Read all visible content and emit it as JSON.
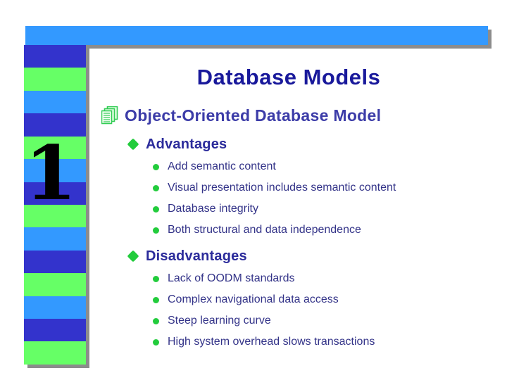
{
  "slide": {
    "title": "Database Models",
    "slide_number": "1",
    "main_bullet": {
      "icon": "documents-icon",
      "label": "Object-Oriented Database Model"
    },
    "sections": [
      {
        "icon": "diamond-bullet-icon",
        "heading": "Advantages",
        "items": [
          "Add semantic content",
          "Visual presentation includes semantic content",
          "Database integrity",
          "Both structural and data independence"
        ]
      },
      {
        "icon": "diamond-bullet-icon",
        "heading": "Disadvantages",
        "items": [
          "Lack of OODM standards",
          "Complex navigational data access",
          "Steep learning curve",
          "High system overhead slows transactions"
        ]
      }
    ]
  },
  "stripes": [
    "dark_blue",
    "green",
    "light_blue",
    "dark_blue",
    "green",
    "light_blue",
    "dark_blue",
    "green",
    "light_blue",
    "dark_blue",
    "green",
    "light_blue",
    "dark_blue",
    "green"
  ],
  "colors": {
    "top_bar": "#3399ff",
    "stripe_dark_blue": "#3333cc",
    "stripe_green": "#66ff66",
    "stripe_light_blue": "#3399ff",
    "shadow": "#8c8c8c",
    "title_text": "#19199b",
    "level1_text": "#3c3ca8",
    "level2_text": "#2b2b9b",
    "level3_text": "#333388",
    "bullet_green": "#22cc3c",
    "icon_green": "#33cc55",
    "icon_fill": "#e6ffe6",
    "number_black": "#000000"
  }
}
